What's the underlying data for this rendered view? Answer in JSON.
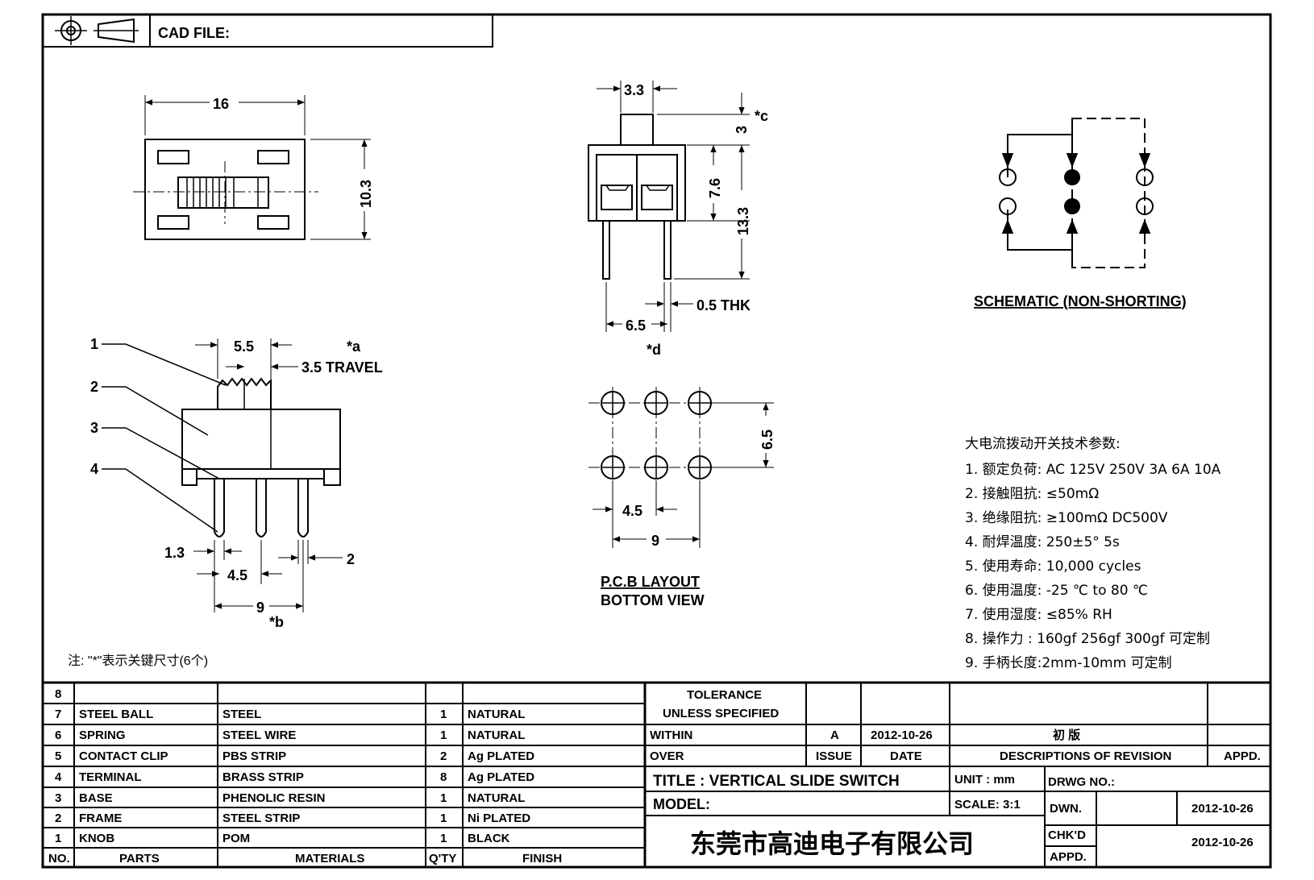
{
  "header": {
    "cad_file_label": "CAD FILE:"
  },
  "top_view": {
    "width": "16",
    "height": "10.3"
  },
  "side_view": {
    "knob_w": "3.3",
    "knob_h": "3",
    "c_mark": "*c",
    "body_h": "7.6",
    "total_h": "13.3",
    "thk": "0.5 THK",
    "pin_pitch": "6.5",
    "d_mark": "*d"
  },
  "schematic": {
    "title": "SCHEMATIC (NON-SHORTING)"
  },
  "front_view": {
    "knob_w": "5.5",
    "a_mark": "*a",
    "travel": "3.5 TRAVEL",
    "callouts": [
      "1",
      "2",
      "3",
      "4"
    ],
    "pin_w": "1.3",
    "pitch": "4.5",
    "span": "9",
    "pin_side": "2",
    "b_mark": "*b"
  },
  "pcb": {
    "row_pitch": "6.5",
    "pitch": "4.5",
    "span": "9",
    "title1": "P.C.B LAYOUT",
    "title2": "BOTTOM VIEW"
  },
  "note": "注: \"*\"表示关键尺寸(6个)",
  "specs": {
    "title": "大电流拨动开关技术参数:",
    "items": [
      "1.  额定负荷: AC 125V 250V    3A    6A    10A",
      "2.    接触阻抗:  ≤50mΩ",
      "3.  绝缘阻抗:  ≥100mΩ   DC500V",
      "4.    耐焊温度: 250±5°  5s",
      "5.  使用寿命: 10,000 cycles",
      "6.    使用温度: -25  ℃  to 80  ℃",
      "7.  使用湿度:  ≤85% RH",
      "8.    操作力 : 160gf    256gf    300gf  可定制",
      "9.  手柄长度:2mm-10mm   可定制"
    ]
  },
  "bom": {
    "rows": [
      {
        "no": "8",
        "part": "",
        "material": "",
        "qty": "",
        "finish": ""
      },
      {
        "no": "7",
        "part": "STEEL BALL",
        "material": "STEEL",
        "qty": "1",
        "finish": "NATURAL"
      },
      {
        "no": "6",
        "part": "SPRING",
        "material": "STEEL WIRE",
        "qty": "1",
        "finish": "NATURAL"
      },
      {
        "no": "5",
        "part": "CONTACT CLIP",
        "material": "PBS STRIP",
        "qty": "2",
        "finish": "Ag PLATED"
      },
      {
        "no": "4",
        "part": "TERMINAL",
        "material": "BRASS STRIP",
        "qty": "8",
        "finish": "Ag PLATED"
      },
      {
        "no": "3",
        "part": "BASE",
        "material": "PHENOLIC RESIN",
        "qty": "1",
        "finish": "NATURAL"
      },
      {
        "no": "2",
        "part": "FRAME",
        "material": "STEEL STRIP",
        "qty": "1",
        "finish": "Ni PLATED"
      },
      {
        "no": "1",
        "part": "KNOB",
        "material": "POM",
        "qty": "1",
        "finish": "BLACK"
      }
    ],
    "headers": {
      "no": "NO.",
      "part": "PARTS",
      "material": "MATERIALS",
      "qty": "Q'TY",
      "finish": "FINISH"
    }
  },
  "title_block": {
    "tolerance": "TOLERANCE",
    "unless": "UNLESS  SPECIFIED",
    "within": "WITHIN",
    "over": "OVER",
    "rev_issue": "A",
    "rev_date": "2012-10-26",
    "rev_desc": "初  版",
    "issue_label": "ISSUE",
    "date_label": "DATE",
    "desc_label": "DESCRIPTIONS OF REVISION",
    "appd_label": "APPD.",
    "title": "TITLE :   VERTICAL SLIDE SWITCH",
    "unit": "UNIT :   mm",
    "drwg_no": "DRWG NO.:",
    "model": "MODEL:",
    "scale": "SCALE:   3:1",
    "dwn": "DWN.",
    "dwn_date": "2012-10-26",
    "chkd": "CHK'D",
    "chkd_date": "2012-10-26",
    "appd": "APPD.",
    "company": "东莞市高迪电子有限公司"
  }
}
